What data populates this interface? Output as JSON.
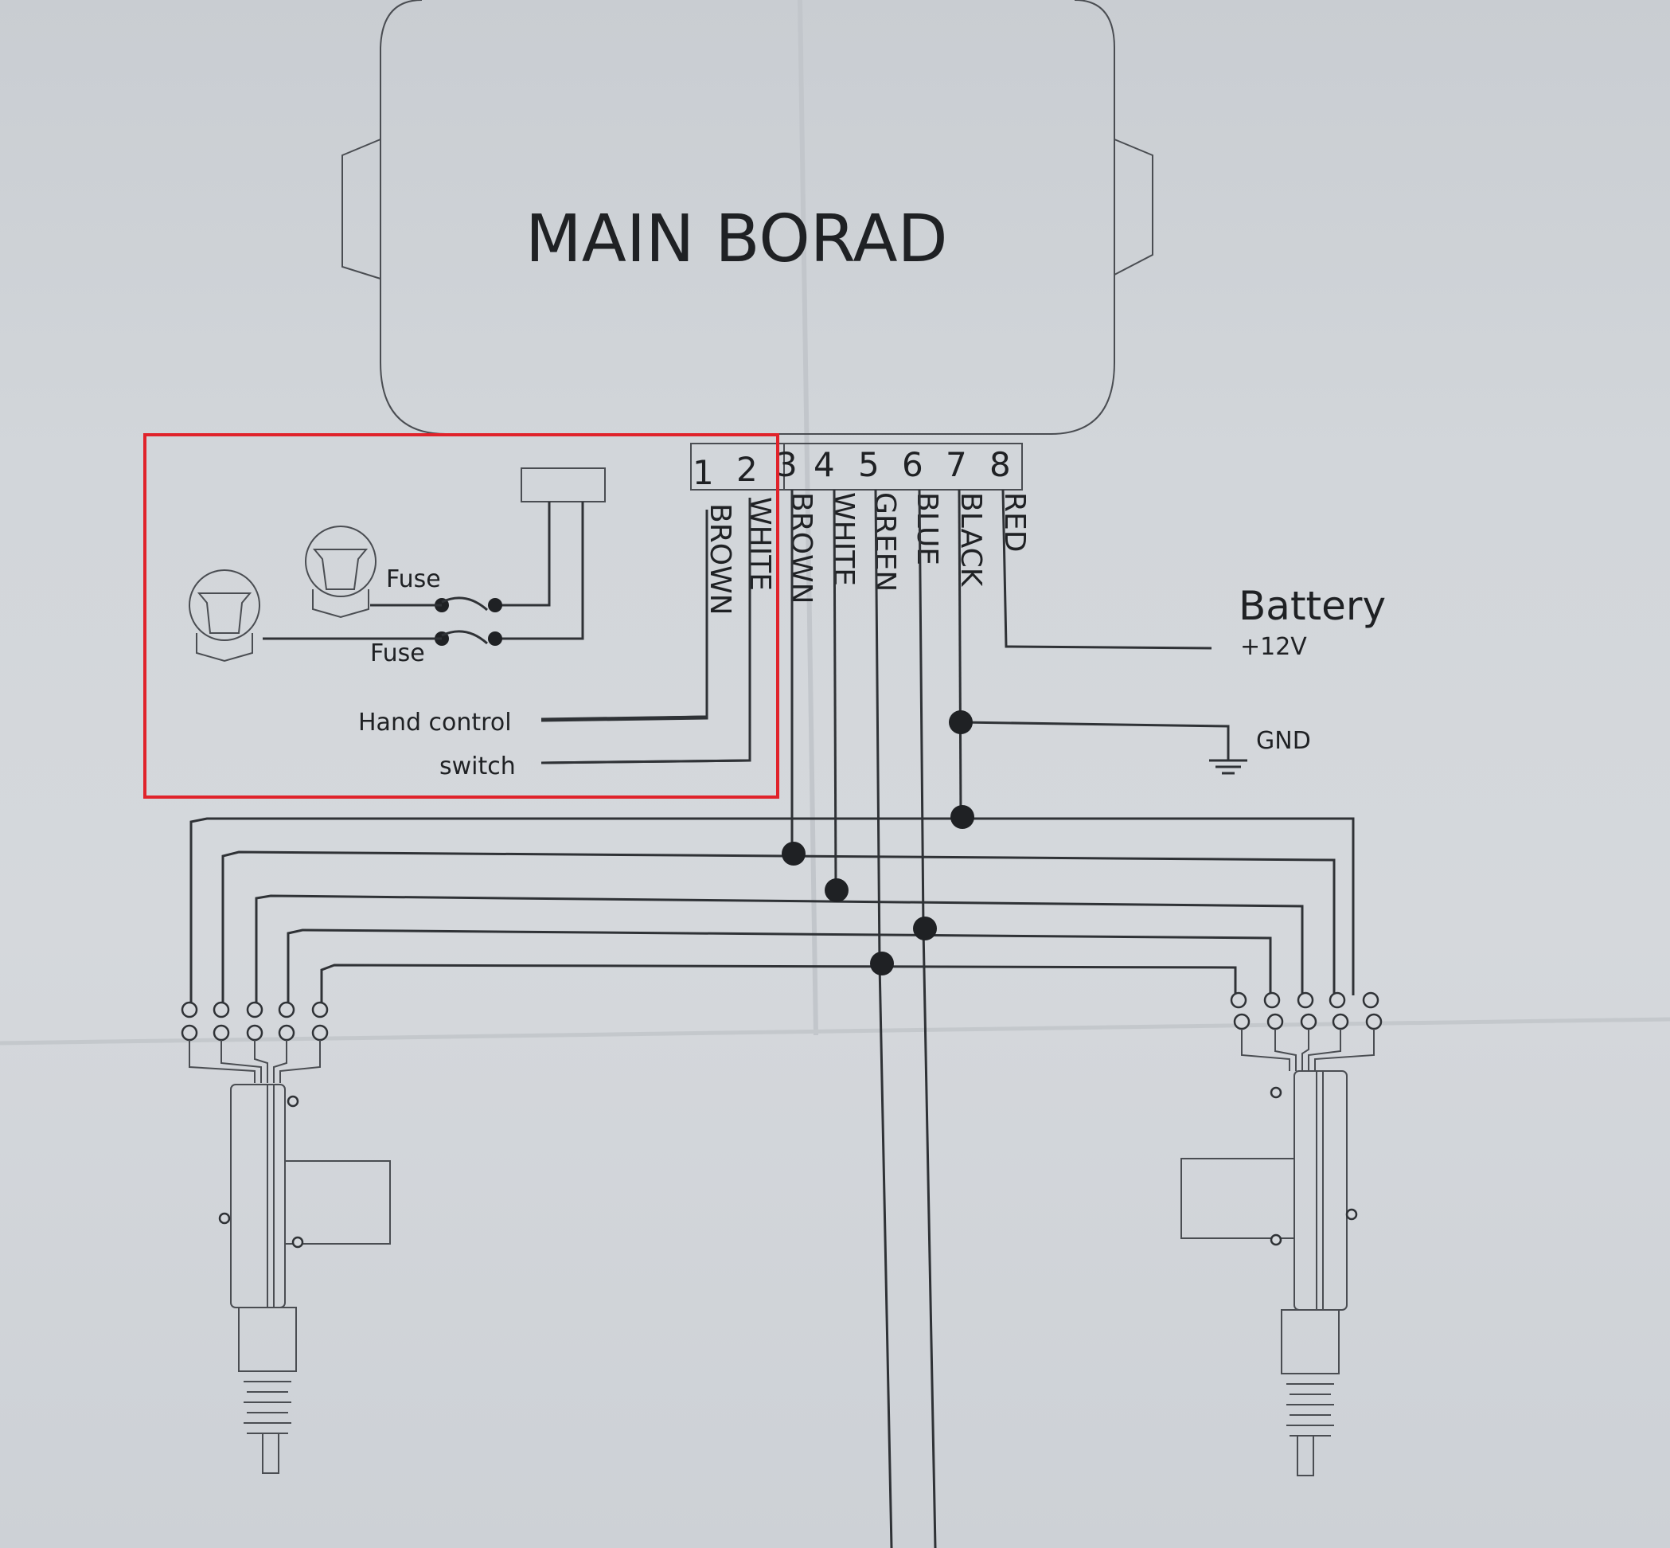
{
  "main_board": {
    "title": "MAIN BORAD"
  },
  "connector": {
    "pins": [
      "1",
      "2",
      "3",
      "4",
      "5",
      "6",
      "7",
      "8"
    ],
    "wires": [
      "BROWN",
      "WHITE",
      "BROWN",
      "WHITE",
      "GREEN",
      "BLUE",
      "BLACK",
      "RED"
    ]
  },
  "inset": {
    "fuse_top": "Fuse",
    "fuse_bottom": "Fuse",
    "hand_control": "Hand control",
    "switch": "switch",
    "highlight_color": "#e0232b"
  },
  "power": {
    "battery": "Battery",
    "voltage": "+12V",
    "ground": "GND"
  }
}
